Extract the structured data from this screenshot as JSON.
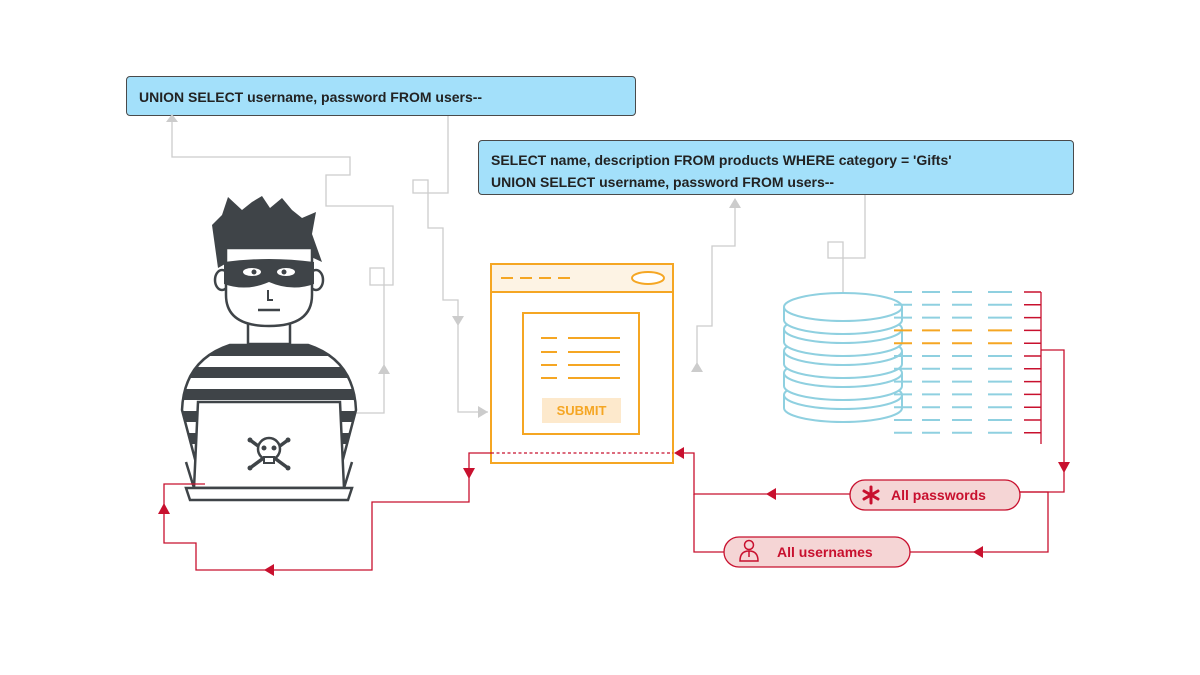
{
  "queries": {
    "injected_payload": "UNION SELECT username, password FROM users--",
    "final_query_line1": "SELECT name, description FROM products WHERE category = 'Gifts'",
    "final_query_line2": "UNION SELECT username, password FROM users--"
  },
  "web_form": {
    "submit_label": "SUBMIT"
  },
  "results": {
    "passwords_label": "All passwords",
    "usernames_label": "All usernames"
  },
  "icons": {
    "attacker": "attacker-icon",
    "skull": "skull-crossbones-icon",
    "browser": "browser-window-icon",
    "database": "database-icon",
    "password": "asterisk-icon",
    "user": "user-icon"
  },
  "colors": {
    "query_box": "#a3e0fa",
    "form_accent": "#f5a623",
    "database": "#8fd0e0",
    "leak_red": "#c8102e",
    "pill_fill": "#f5d5d5",
    "flow_grey": "#cccccc"
  }
}
